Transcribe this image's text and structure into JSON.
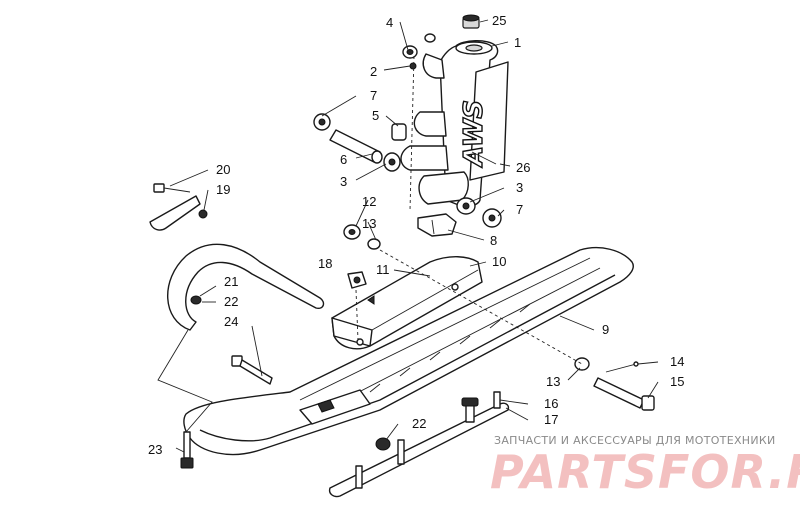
{
  "callouts": {
    "c1": "1",
    "c2": "2",
    "c3a": "3",
    "c3b": "3",
    "c4": "4",
    "c5": "5",
    "c6": "6",
    "c7a": "7",
    "c7b": "7",
    "c8": "8",
    "c9": "9",
    "c10": "10",
    "c11": "11",
    "c12": "12",
    "c13a": "13",
    "c13b": "13",
    "c14": "14",
    "c15": "15",
    "c16": "16",
    "c17": "17",
    "c18": "18",
    "c19": "19",
    "c20": "20",
    "c21": "21",
    "c22a": "22",
    "c22b": "22",
    "c23": "23",
    "c24": "24",
    "c25": "25",
    "c26": "26"
  },
  "spindle_logo": "AWS",
  "watermark": {
    "tagline": "ЗАПЧАСТИ И АКСЕССУАРЫ ДЛЯ МОТОТЕХНИКИ",
    "logo": "PARTSFOR.RU"
  }
}
